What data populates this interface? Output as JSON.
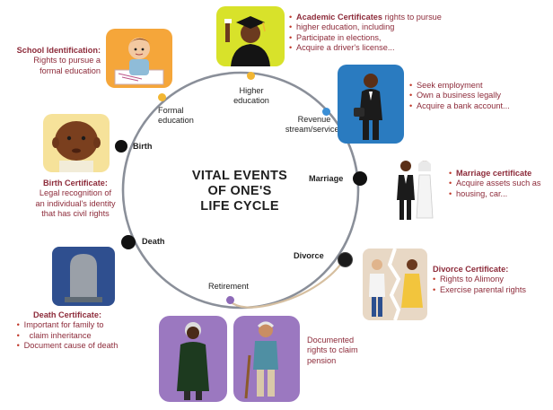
{
  "center_title": [
    "VITAL EVENTS",
    "OF ONE'S",
    "LIFE CYCLE"
  ],
  "stages": {
    "birth": "Birth",
    "formal_education": "Formal\neducation",
    "higher_education": "Higher\neducation",
    "revenue": "Revenue\nstream/services",
    "marriage": "Marriage",
    "divorce": "Divorce",
    "retirement": "Retirement",
    "death": "Death"
  },
  "school_id": {
    "title": "School Identification:",
    "body": "Rights to pursue a\nformal education"
  },
  "birth_cert": {
    "title": "Birth Certificate:",
    "body": "Legal recognition of\nan individual's identity\nthat has civil rights"
  },
  "academic": {
    "title": "Academic Certificates",
    "title_rest": " rights to pursue",
    "lines": [
      "higher education, including",
      "Participate in elections,",
      "Acquire a driver's license..."
    ]
  },
  "revenue_info": {
    "items": [
      "Seek employment",
      "Own a business legally",
      "Acquire a bank account..."
    ]
  },
  "marriage_cert": {
    "title": "Marriage certificate",
    "items": [
      "Acquire assets such as",
      "housing, car..."
    ]
  },
  "divorce_cert": {
    "title": "Divorce Certificate:",
    "items": [
      "Rights to Alimony",
      "Exercise parental rights"
    ]
  },
  "death_cert": {
    "title": "Death Certificate:",
    "items": [
      "Important for family to",
      "claim inheritance",
      "Document cause of death"
    ]
  },
  "pension": {
    "body": "Documented\nrights to claim\npension"
  },
  "colors": {
    "ring": "#8a8f99",
    "node_black": "#111111",
    "node_yellow": "#f2b632",
    "node_blue": "#3b8fd6",
    "node_purple": "#8e6ab8",
    "accent_text": "#8d2b3a",
    "bullet": "#c0392b"
  }
}
